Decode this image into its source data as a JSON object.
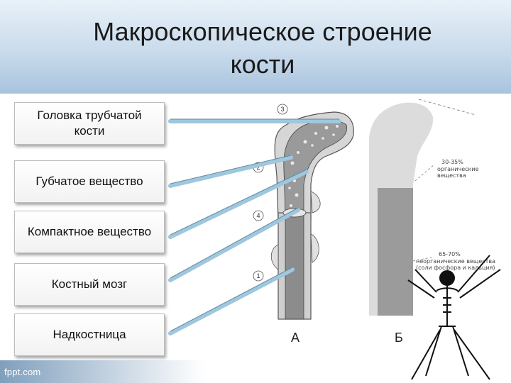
{
  "title_line1": "Макроскопическое строение",
  "title_line2": "кости",
  "labels": [
    "Головка трубчатой кости",
    "Губчатое вещество",
    "Компактное вещество",
    "Костный мозг",
    "Надкостница"
  ],
  "markers": [
    "3",
    "2",
    "4",
    "1"
  ],
  "figure_letters": {
    "a": "А",
    "b": "Б"
  },
  "notes": {
    "note1": "30-35%",
    "note2": "органические вещества",
    "note3": "65-70%",
    "note4": "неорганические вещества (соли фосфора и кальция)"
  },
  "footer": "fppt.com",
  "colors": {
    "header_top": "#e9f1f8",
    "header_bottom": "#a9c3dd",
    "pointer": "#a9cfe4",
    "bone": "#d2d2d2"
  }
}
